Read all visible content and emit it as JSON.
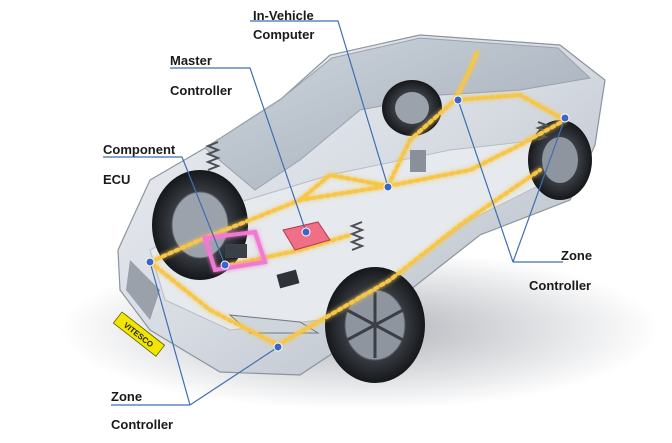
{
  "labels": {
    "in_vehicle_computer": {
      "line1": "In-Vehicle",
      "line2": "Computer"
    },
    "master_controller": {
      "line1": "Master",
      "line2": "Controller"
    },
    "component_ecu": {
      "line1": "Component",
      "line2": "ECU"
    },
    "zone_controller_right": {
      "line1": "Zone",
      "line2": "Controller"
    },
    "zone_controller_left": {
      "line1": "Zone",
      "line2": "Controller"
    }
  },
  "plate_text": "VITESCO",
  "colors": {
    "leader_line": "#3f6fb0",
    "node_dot": "#3a66c9",
    "network_glow": "#f6c64a",
    "master_controller_box": "#ef6f86",
    "component_ecu_glow": "#f07ad2",
    "car_body": "#d9dde3",
    "plate": "#f2e600"
  }
}
